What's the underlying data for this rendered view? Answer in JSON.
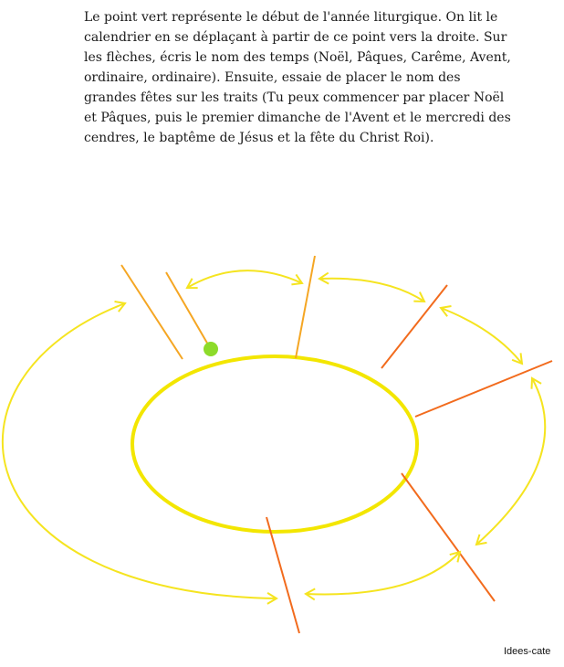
{
  "instructions": "Le point vert représente le début de l'année liturgique. On lit le calendrier en se déplaçant à partir de ce point vers la droite. Sur les flèches, écris le nom des temps (Noël, Pâques, Carême, Avent, ordinaire, ordinaire). Ensuite, essaie de placer le nom des grandes fêtes sur les traits (Tu peux commencer par placer Noël et Pâques, puis le premier dimanche de l'Avent et le mercredi des cendres, le baptême de Jésus et la fête du Christ Roi).",
  "credit": "Idees-cate",
  "colors": {
    "ellipse": "#f3e600",
    "arrow": "#f5e420",
    "start_point": "#8ddb2a",
    "line_light": "#f5a623",
    "line_dark": "#f26b1d"
  },
  "diagram": {
    "arrows": 6,
    "feast_lines": 7,
    "start_point": "green-dot"
  }
}
